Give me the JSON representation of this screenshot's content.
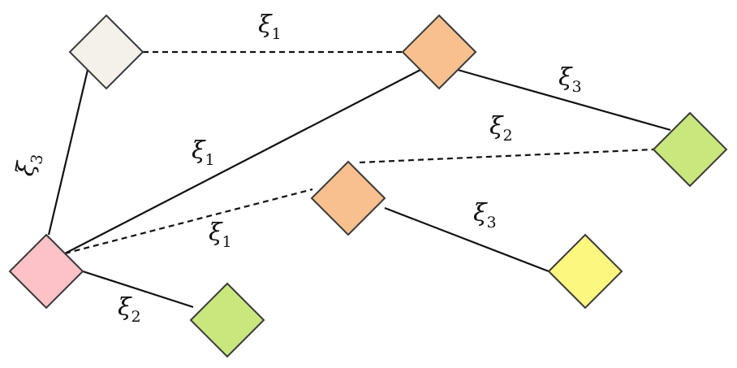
{
  "diagram": {
    "nodes": [
      {
        "id": "n_gray",
        "name": "node-gray",
        "color": "#f3f1ea"
      },
      {
        "id": "n_orange_top",
        "name": "node-orange-top",
        "color": "#f9c08f"
      },
      {
        "id": "n_green_right",
        "name": "node-green-right",
        "color": "#c9e77d"
      },
      {
        "id": "n_orange_mid",
        "name": "node-orange-mid",
        "color": "#f9c08f"
      },
      {
        "id": "n_yellow",
        "name": "node-yellow",
        "color": "#fcf77f"
      },
      {
        "id": "n_pink",
        "name": "node-pink",
        "color": "#fcc2c7"
      },
      {
        "id": "n_green_bottom",
        "name": "node-green-bottom",
        "color": "#c9e77d"
      }
    ],
    "edges": [
      {
        "id": "e1",
        "from": "n_gray",
        "to": "n_orange_top",
        "style": "dashed",
        "label": "ξ",
        "sub": "1"
      },
      {
        "id": "e2",
        "from": "n_orange_top",
        "to": "n_green_right",
        "style": "solid",
        "label": "ξ",
        "sub": "3"
      },
      {
        "id": "e3",
        "from": "n_gray",
        "to": "n_pink",
        "style": "solid",
        "label": "ξ",
        "sub": "3"
      },
      {
        "id": "e4",
        "from": "n_pink",
        "to": "n_orange_top",
        "style": "solid",
        "label": "ξ",
        "sub": "1"
      },
      {
        "id": "e5",
        "from": "n_orange_mid",
        "to": "n_green_right",
        "style": "dashed",
        "label": "ξ",
        "sub": "2"
      },
      {
        "id": "e6",
        "from": "n_pink",
        "to": "n_orange_mid",
        "style": "dashed",
        "label": "ξ",
        "sub": "1"
      },
      {
        "id": "e7",
        "from": "n_orange_mid",
        "to": "n_yellow",
        "style": "solid",
        "label": "ξ",
        "sub": "3"
      },
      {
        "id": "e8",
        "from": "n_pink",
        "to": "n_green_bottom",
        "style": "solid",
        "label": "ξ",
        "sub": "2"
      }
    ]
  }
}
